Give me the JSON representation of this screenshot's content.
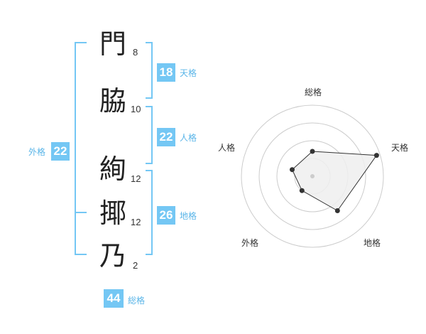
{
  "name_chars": [
    {
      "char": "門",
      "strokes": "8"
    },
    {
      "char": "脇",
      "strokes": "10"
    },
    {
      "char": "絢",
      "strokes": "12"
    },
    {
      "char": "揶",
      "strokes": "12"
    },
    {
      "char": "乃",
      "strokes": "2"
    }
  ],
  "kaku": {
    "tenkaku": {
      "value": "18",
      "label": "天格"
    },
    "jinkaku": {
      "value": "22",
      "label": "人格"
    },
    "chikaku": {
      "value": "26",
      "label": "地格"
    },
    "gaikaku": {
      "value": "22",
      "label": "外格"
    },
    "soukaku": {
      "value": "44",
      "label": "総格"
    }
  },
  "radar": {
    "axes": [
      "総格",
      "天格",
      "地格",
      "外格",
      "人格"
    ],
    "levels": 4,
    "scores": [
      0.35,
      0.95,
      0.6,
      0.25,
      0.3
    ],
    "fill_color": "#eeeeee",
    "line_color": "#333333",
    "ring_color": "#cccccc"
  },
  "colors": {
    "accent": "#74c7f4",
    "label": "#5ab5e8",
    "bracket": "#74c7f4"
  }
}
